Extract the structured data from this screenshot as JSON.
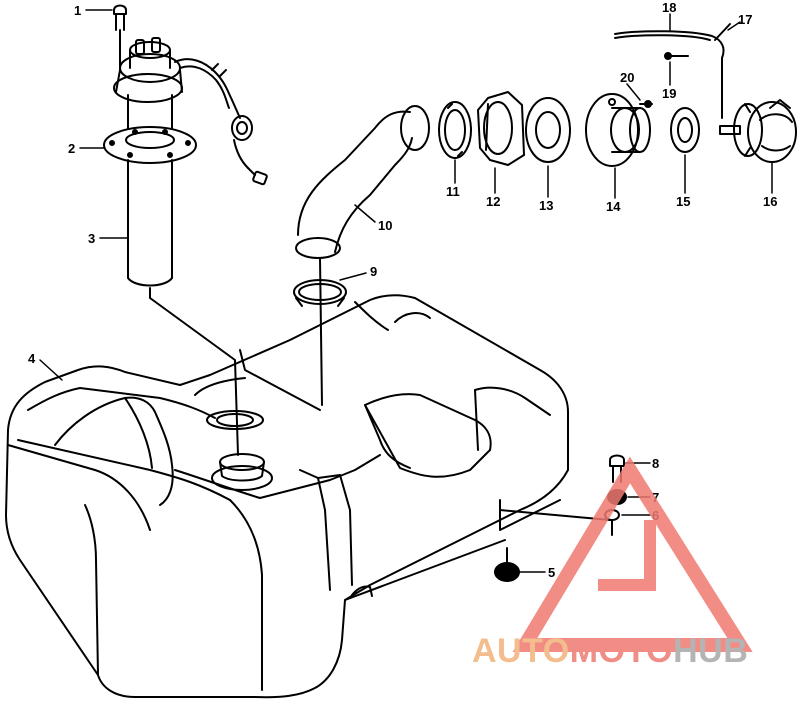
{
  "diagram": {
    "callouts": [
      "1",
      "2",
      "3",
      "4",
      "5",
      "6",
      "7",
      "8",
      "9",
      "10",
      "11",
      "12",
      "13",
      "14",
      "15",
      "16",
      "17",
      "18",
      "19",
      "20"
    ]
  },
  "watermark": {
    "text": "AUTOMOTOHUB",
    "part1": "AUTO",
    "part2": "MOTO",
    "part3": "HUB",
    "colors": {
      "orange": "#f2b27a",
      "red": "#ee7a72",
      "grey": "#a8a8a8",
      "triangle": "#f07a72"
    }
  }
}
